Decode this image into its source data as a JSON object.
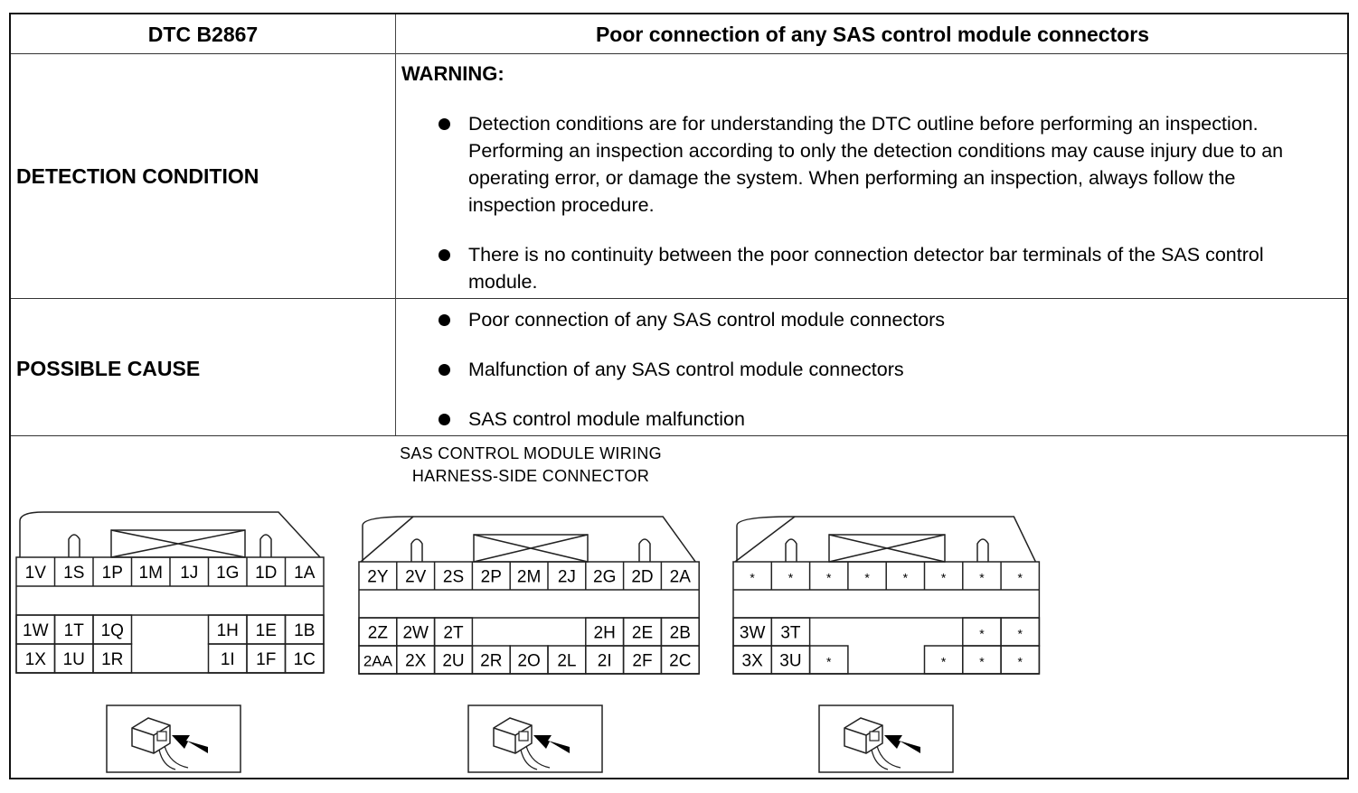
{
  "header": {
    "dtc": "DTC B2867",
    "title": "Poor connection of any SAS control module connectors"
  },
  "detection": {
    "label": "DETECTION CONDITION",
    "warning_label": "WARNING:",
    "bullets": [
      "Detection conditions are for understanding the DTC outline before performing an inspection. Performing an inspection according to only the detection conditions may cause injury due to an operating error, or damage the system. When performing an inspection, always follow the inspection procedure.",
      "There is no continuity between the poor connection detector bar terminals of the SAS control module."
    ]
  },
  "possible_cause": {
    "label": "POSSIBLE CAUSE",
    "bullets": [
      "Poor connection of any SAS control module connectors",
      "Malfunction of any SAS control module connectors",
      "SAS control module malfunction"
    ]
  },
  "diagram": {
    "title_line1": "SAS CONTROL MODULE WIRING",
    "title_line2": "HARNESS-SIDE CONNECTOR",
    "connector1": {
      "top": [
        "1V",
        "1S",
        "1P",
        "1M",
        "1J",
        "1G",
        "1D",
        "1A"
      ],
      "row3": [
        "1W",
        "1T",
        "1Q",
        "",
        "",
        "1H",
        "1E",
        "1B"
      ],
      "row4": [
        "1X",
        "1U",
        "1R",
        "",
        "",
        "1I",
        "1F",
        "1C"
      ]
    },
    "connector2": {
      "top": [
        "2Y",
        "2V",
        "2S",
        "2P",
        "2M",
        "2J",
        "2G",
        "2D",
        "2A"
      ],
      "row3": [
        "2Z",
        "2W",
        "2T",
        "",
        "",
        "",
        "2H",
        "2E",
        "2B"
      ],
      "row4": [
        "2AA",
        "2X",
        "2U",
        "2R",
        "2O",
        "2L",
        "2I",
        "2F",
        "2C"
      ]
    },
    "connector3": {
      "top": [
        "*",
        "*",
        "*",
        "*",
        "*",
        "*",
        "*",
        "*"
      ],
      "row3": [
        "3W",
        "3T",
        "",
        "",
        "",
        "",
        "*",
        "*"
      ],
      "row4": [
        "3X",
        "3U",
        "*",
        "",
        "",
        "*",
        "*",
        "*"
      ]
    },
    "icon": "connector-probe-icon"
  }
}
